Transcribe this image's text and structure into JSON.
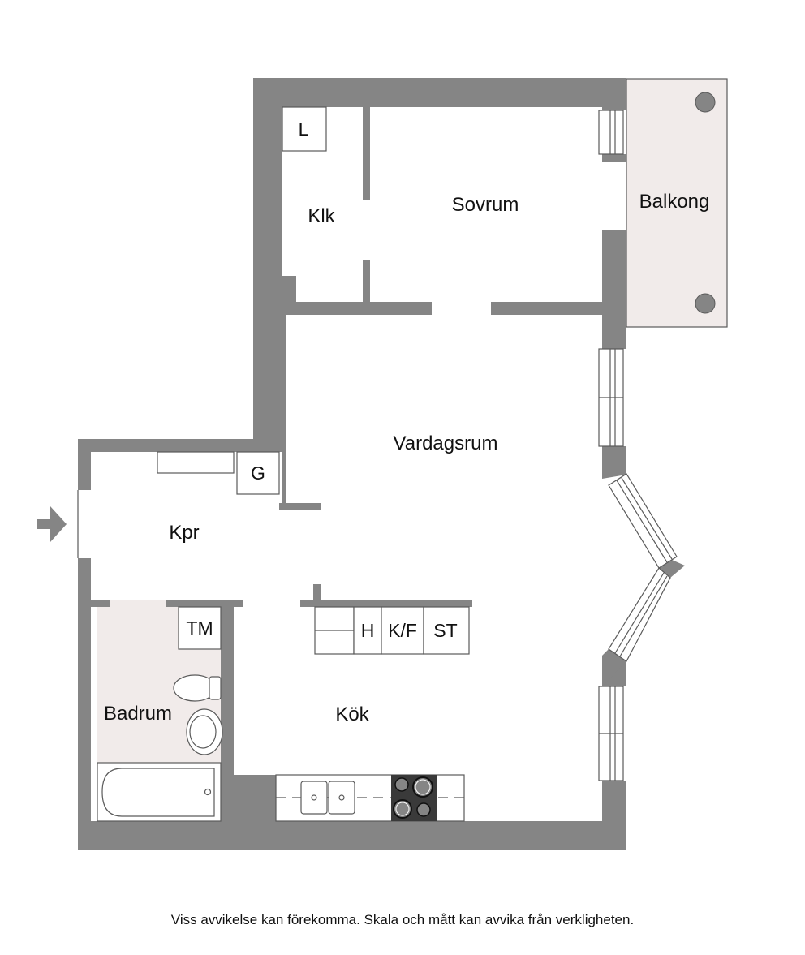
{
  "rooms": {
    "sovrum": "Sovrum",
    "klk": "Klk",
    "balkong": "Balkong",
    "vardagsrum": "Vardagsrum",
    "kpr": "Kpr",
    "badrum": "Badrum",
    "kok": "Kök"
  },
  "fixtures": {
    "linen": "L",
    "wardrobe": "G",
    "washer": "TM",
    "fridge": "H",
    "fridge_freezer": "K/F",
    "storage": "ST"
  },
  "disclaimer": "Viss avvikelse kan förekomma. Skala och mått kan avvika från verkligheten.",
  "colors": {
    "wall": "#858585",
    "floor_tint": "#f1ebea",
    "stove": "#3a3a3a"
  },
  "icons": {
    "entrance": "arrow-right-icon"
  }
}
